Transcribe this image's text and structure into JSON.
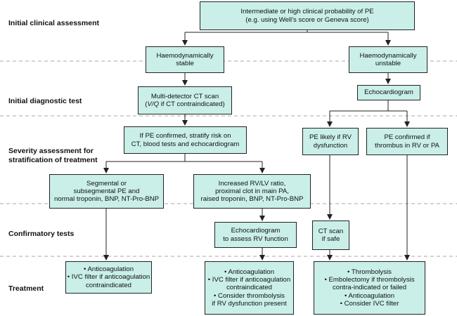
{
  "stages": {
    "assessment": "Initial clinical assessment",
    "diagnostic": "Initial diagnostic test",
    "severity_line1": "Severity assessment for",
    "severity_line2": "stratification of treatment",
    "confirmatory": "Confirmatory tests",
    "treatment": "Treatment"
  },
  "nodes": {
    "start": {
      "line1": "Intermediate or high clinical probability of PE",
      "line2": "(e.g. using Well's score or Geneva score)"
    },
    "stable": {
      "line1": "Haemodynamically",
      "line2": "stable"
    },
    "unstable": {
      "line1": "Haemodynamically",
      "line2": "unstable"
    },
    "ct": {
      "line1": "Multi-detector CT scan",
      "line2_italic": "V/Q",
      "line2_rest": " if CT contraindicated)",
      "line2_open": "("
    },
    "echo": {
      "line1": "Echocardiogram"
    },
    "stratify": {
      "line1": "If PE confirmed, stratify risk on",
      "line2": "CT, blood tests and echocardiogram"
    },
    "rv_dysfunction": {
      "line1": "PE likely if RV",
      "line2": "dysfunction"
    },
    "thrombus": {
      "line1": "PE confirmed if",
      "line2": "thrombus in RV or PA"
    },
    "segmental": {
      "line1": "Segmental or",
      "line2": "subsegmental PE and",
      "line3": "normal troponin, BNP, NT-Pro-BNP"
    },
    "increased": {
      "line1": "Increased RV/LV ratio,",
      "line2": "proximal clot in main PA,",
      "line3": "raised troponin, BNP, NT-Pro-BNP"
    },
    "echo_rv": {
      "line1": "Echocardiogram",
      "line2": "to assess RV function"
    },
    "ct_safe": {
      "line1": "CT scan",
      "line2": "if safe"
    },
    "tx1": {
      "items": [
        "Anticoagulation",
        "IVC filter if anticoagulation"
      ],
      "cont": "contraindicated"
    },
    "tx2": {
      "items": [
        "Anticoagulation",
        "IVC filter if anticoagulation"
      ],
      "cont1": "contraindicated",
      "item3": "Consider thrombolysis",
      "cont2": "if RV dysfunction present"
    },
    "tx3": {
      "item1": "Thrombolysis",
      "item2": "Embolectomy if thrombolysis",
      "cont": "contra-indicated or failed",
      "item3": "Anticoagulation",
      "item4": "Consider IVC filter"
    }
  },
  "colors": {
    "box_fill": "#c9efe8",
    "line": "#222222",
    "divider": "#aaaaaa"
  }
}
